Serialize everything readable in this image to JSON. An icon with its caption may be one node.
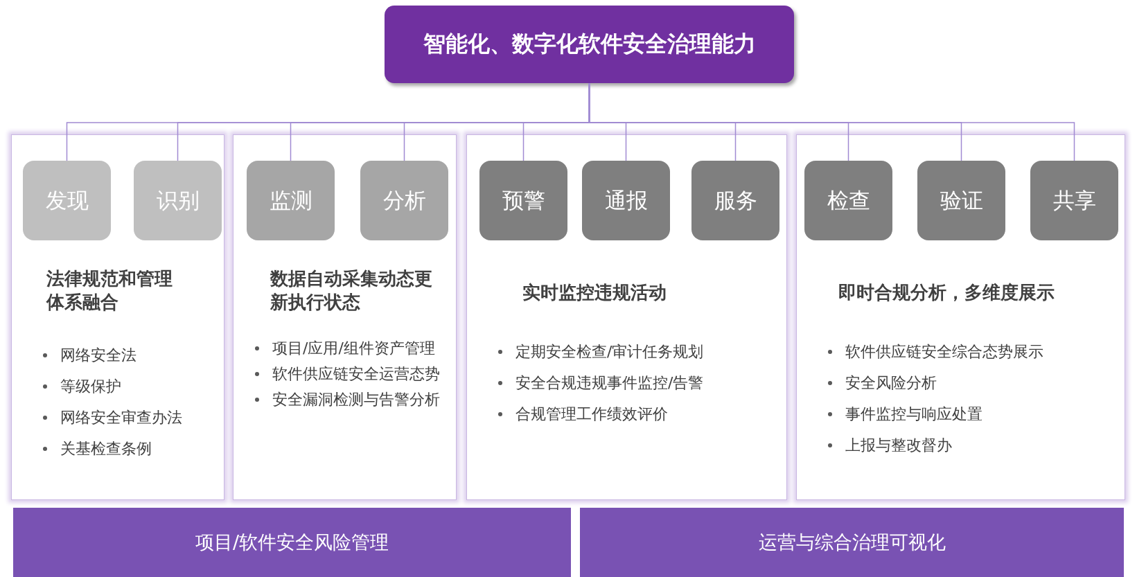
{
  "diagram": {
    "nodes": [
      {
        "text": [
          "智能化、数字化软件安全治理能力"
        ]
      },
      {
        "text": [
          "法律规范和管理体系融合",
          "网络安全法",
          "等级保护",
          "网络安全审查办法",
          "关基检查条例"
        ]
      },
      {
        "text": [
          "发现"
        ],
        "in": 1
      },
      {
        "text": [
          "识别"
        ],
        "in": 1
      },
      {
        "text": [
          "数据自动采集动态更新执行状态",
          "项目/应用/组件资产管理",
          "软件供应链安全运营态势",
          "安全漏洞检测与告警分析"
        ]
      },
      {
        "text": [
          "监测"
        ],
        "in": 4
      },
      {
        "text": [
          "分析"
        ],
        "in": 4
      },
      {
        "text": [
          "实时监控违规活动",
          "定期安全检查/审计任务规划",
          "安全合规违规事件监控/告警",
          "合规管理工作绩效评价"
        ]
      },
      {
        "text": [
          "预警"
        ],
        "in": 7
      },
      {
        "text": [
          "通报"
        ],
        "in": 7
      },
      {
        "text": [
          "服务"
        ],
        "in": 7
      },
      {
        "text": [
          "即时合规分析，多维度展示",
          "软件供应链安全综合态势展示",
          "安全风险分析",
          "事件监控与响应处置",
          "上报与整改督办"
        ]
      },
      {
        "text": [
          "检查"
        ],
        "in": 11
      },
      {
        "text": [
          "验证"
        ],
        "in": 11
      },
      {
        "text": [
          "共享"
        ],
        "in": 11
      },
      {
        "text": [
          "项目/软件安全风险管理"
        ]
      },
      {
        "text": [
          "运营与综合治理可视化"
        ]
      }
    ],
    "edges": [
      {
        "from": 0,
        "to": 2,
        "arrow": "none"
      },
      {
        "from": 0,
        "to": 3,
        "arrow": "none"
      },
      {
        "from": 0,
        "to": 5,
        "arrow": "none"
      },
      {
        "from": 0,
        "to": 6,
        "arrow": "none"
      },
      {
        "from": 0,
        "to": 8,
        "arrow": "none"
      },
      {
        "from": 0,
        "to": 9,
        "arrow": "none"
      },
      {
        "from": 0,
        "to": 10,
        "arrow": "none"
      },
      {
        "from": 0,
        "to": 12,
        "arrow": "none"
      },
      {
        "from": 0,
        "to": 13,
        "arrow": "none"
      },
      {
        "from": 0,
        "to": 14,
        "arrow": "none"
      }
    ]
  }
}
